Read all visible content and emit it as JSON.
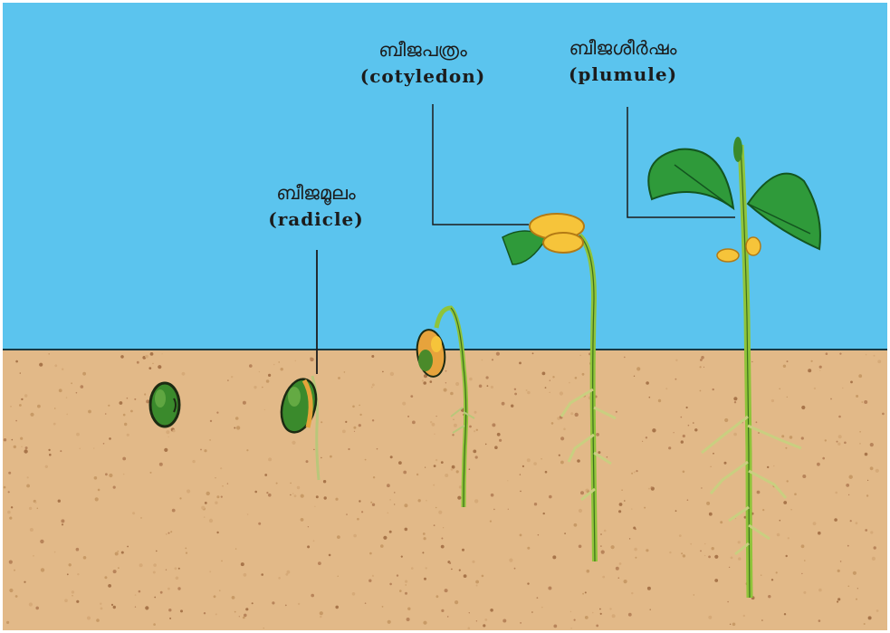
{
  "labels": {
    "radicle": {
      "native": "ബീജമൂലം",
      "english": "(radicle)"
    },
    "cotyledon": {
      "native": "ബീജപത്രം",
      "english": "(cotyledon)"
    },
    "plumule": {
      "native": "ബീജശീർഷം",
      "english": "(plumule)"
    }
  },
  "colors": {
    "sky": "#5bc4ee",
    "soil": "#e2b988",
    "horizon": "#1a3a44",
    "stem": "#8fc43a",
    "stem_dark": "#3d6e1c",
    "leaf": "#2f9a3a",
    "leaf_dark": "#13551f",
    "seed_coat": "#3a8a2c",
    "cotyledon": "#f6c43a",
    "root": "#cfd58a",
    "outline": "#1c2a12"
  }
}
